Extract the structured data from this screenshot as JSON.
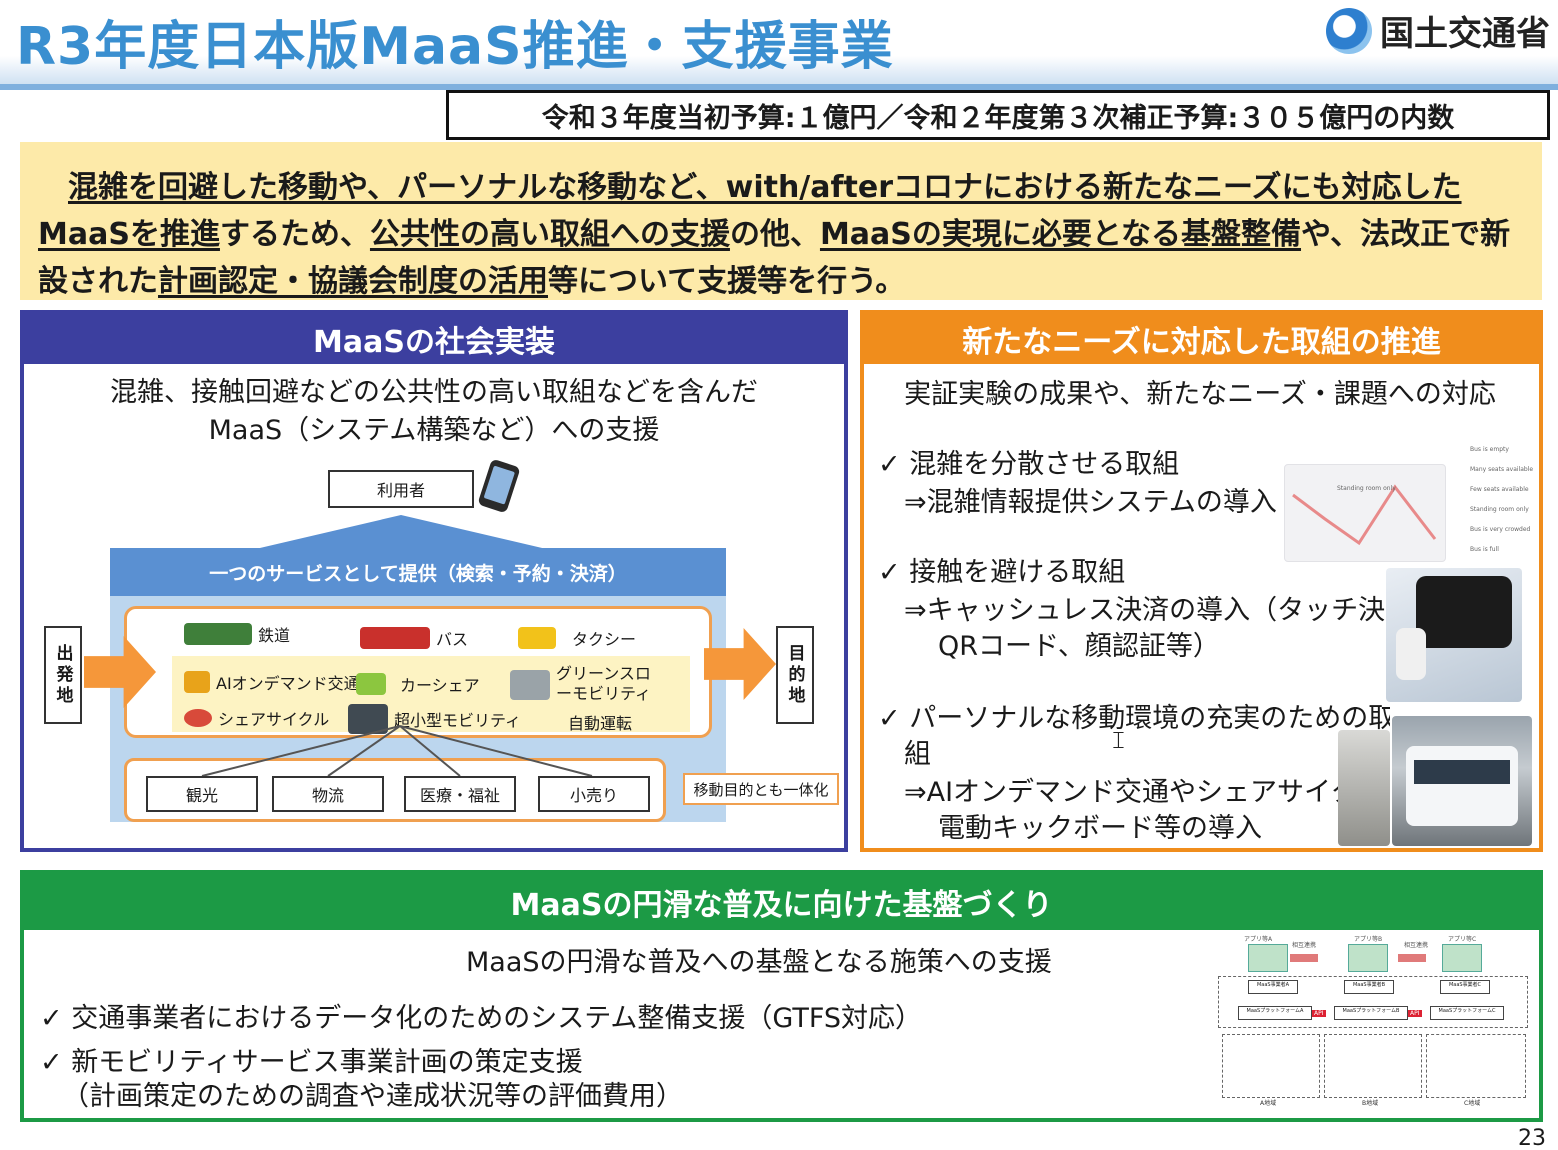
{
  "header": {
    "title": "R3年度日本版MaaS推進・支援事業",
    "ministry": "国土交通省",
    "budget": "令和３年度当初予算:１億円／令和２年度第３次補正予算:３０５億円の内数"
  },
  "summary": {
    "indent": "　",
    "u1": "混雑を回避した移動や、パーソナルな移動など、with/afterコロナにおける新たなニーズにも対応したMaaSを推進",
    "t1": "するため、",
    "u2": "公共性の高い取組への支援",
    "t2": "の他、",
    "u3": "MaaSの実現に必要となる基盤整備",
    "t3": "や、法改正で新設された",
    "u4": "計画認定・協議会制度の活用",
    "t4": "等について支援等を行う。"
  },
  "left_panel": {
    "heading": "MaaSの社会実装",
    "sub1": "混雑、接触回避などの公共性の高い取組などを含んだ",
    "sub2": "MaaS（システム構築など）への支援",
    "diagram": {
      "user": "利用者",
      "service": "一つのサービスとして提供（検索・予約・決済）",
      "origin": "出発地",
      "destination": "目的地",
      "modes": [
        "鉄道",
        "バス",
        "タクシー",
        "AIオンデマンド交通",
        "カーシェア",
        "グリーンスローモビリティ",
        "シェアサイクル",
        "超小型モビリティ",
        "自動運転"
      ],
      "purposes": [
        "観光",
        "物流",
        "医療・福祉",
        "小売り"
      ],
      "integrate": "移動目的とも一体化"
    }
  },
  "right_panel": {
    "heading": "新たなニーズに対応した取組の推進",
    "sub": "実証実験の成果や、新たなニーズ・課題への対応",
    "items": [
      {
        "check": "✓",
        "title": "混雑を分散させる取組",
        "detail1": "⇒混雑情報提供システムの導入",
        "detail2": ""
      },
      {
        "check": "✓",
        "title": "接触を避ける取組",
        "detail1": "⇒キャッシュレス決済の導入（タッチ決済",
        "detail2": "QRコード、顔認証等）"
      },
      {
        "check": "✓",
        "title": "パーソナルな移動環境の充実のための取",
        "title2": "組",
        "detail1": "⇒AIオンデマンド交通やシェアサイクル",
        "detail2": "電動キックボード等の導入"
      }
    ],
    "app_labels": [
      "Bus is empty",
      "Many seats available",
      "Few seats available",
      "Standing room only",
      "Bus is very crowded",
      "Bus is full"
    ],
    "app_map_labels": [
      "Standing room only"
    ]
  },
  "bottom_panel": {
    "heading": "MaaSの円滑な普及に向けた基盤づくり",
    "sub": "MaaSの円滑な普及への基盤となる施策への支援",
    "items": [
      {
        "check": "✓",
        "text": "交通事業者におけるデータ化のためのシステム整備支援（GTFS対応）"
      },
      {
        "check": "✓",
        "text": "新モビリティサービス事業計画の策定支援"
      }
    ],
    "note": "（計画策定のための調査や達成状況等の評価費用）",
    "arch": {
      "apps": [
        "アプリ等A",
        "アプリ等B",
        "アプリ等C"
      ],
      "links": [
        "相互連携",
        "相互連携"
      ],
      "operators": [
        "MaaS事業者A",
        "MaaS事業者B",
        "MaaS事業者C"
      ],
      "platforms": [
        "MaaSプラットフォームA",
        "MaaSプラットフォームB",
        "MaaSプラットフォームC"
      ],
      "api": "API",
      "regions": [
        "A地域",
        "B地域",
        "C地域"
      ]
    }
  },
  "page_number": "23",
  "colors": {
    "title": "#3a8fd0",
    "blue": "#3c3f9f",
    "orange": "#f08d1c",
    "green": "#1c9a45",
    "summary_bg": "#fdeaa9"
  }
}
